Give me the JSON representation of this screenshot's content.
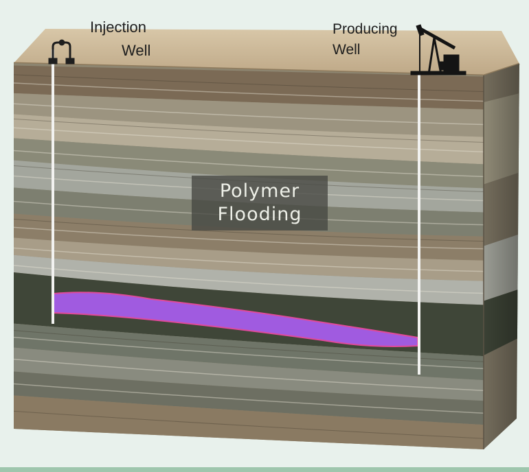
{
  "labels": {
    "injection_line1": "Injection",
    "injection_line2": "Well",
    "producing_line1": "Producing",
    "producing_line2": "Well",
    "title_line1": "Polymer",
    "title_line2": "Flooding"
  },
  "colors": {
    "background": "#e8f1ec",
    "polymer": "#a05be0",
    "polymer_edge": "#e04a9a",
    "surface": "#c9b596",
    "well_pipe": "#f2f2f0"
  }
}
